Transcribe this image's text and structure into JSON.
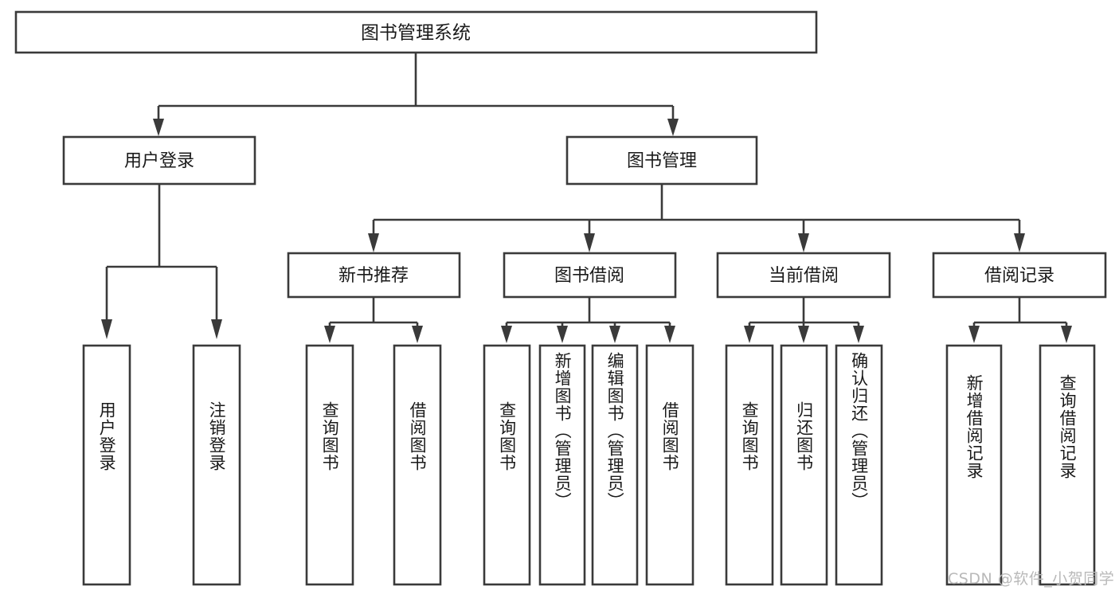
{
  "diagram": {
    "type": "tree",
    "title_node": {
      "label": "图书管理系统"
    },
    "level2": [
      {
        "label": "用户登录"
      },
      {
        "label": "图书管理"
      }
    ],
    "level3": [
      {
        "label": "新书推荐"
      },
      {
        "label": "图书借阅"
      },
      {
        "label": "当前借阅"
      },
      {
        "label": "借阅记录"
      }
    ],
    "leaves": {
      "user_login": [
        {
          "label": "用户登录"
        },
        {
          "label": "注销登录"
        }
      ],
      "new_book_recommend": [
        {
          "label": "查询图书"
        },
        {
          "label": "借阅图书"
        }
      ],
      "book_borrow": [
        {
          "label": "查询图书"
        },
        {
          "label": "新增图书（管理员）"
        },
        {
          "label": "编辑图书（管理员）"
        },
        {
          "label": "借阅图书"
        }
      ],
      "current_borrow": [
        {
          "label": "查询图书"
        },
        {
          "label": "归还图书"
        },
        {
          "label": "确认归还（管理员）"
        }
      ],
      "borrow_record": [
        {
          "label": "新增借阅记录"
        },
        {
          "label": "查询借阅记录"
        }
      ]
    }
  },
  "watermark": {
    "text": "CSDN @软件_小贺同学"
  },
  "colors": {
    "stroke": "#3a3a3a",
    "fill": "#ffffff",
    "text": "#1a1a1a",
    "watermark": "#b9b9b9"
  }
}
